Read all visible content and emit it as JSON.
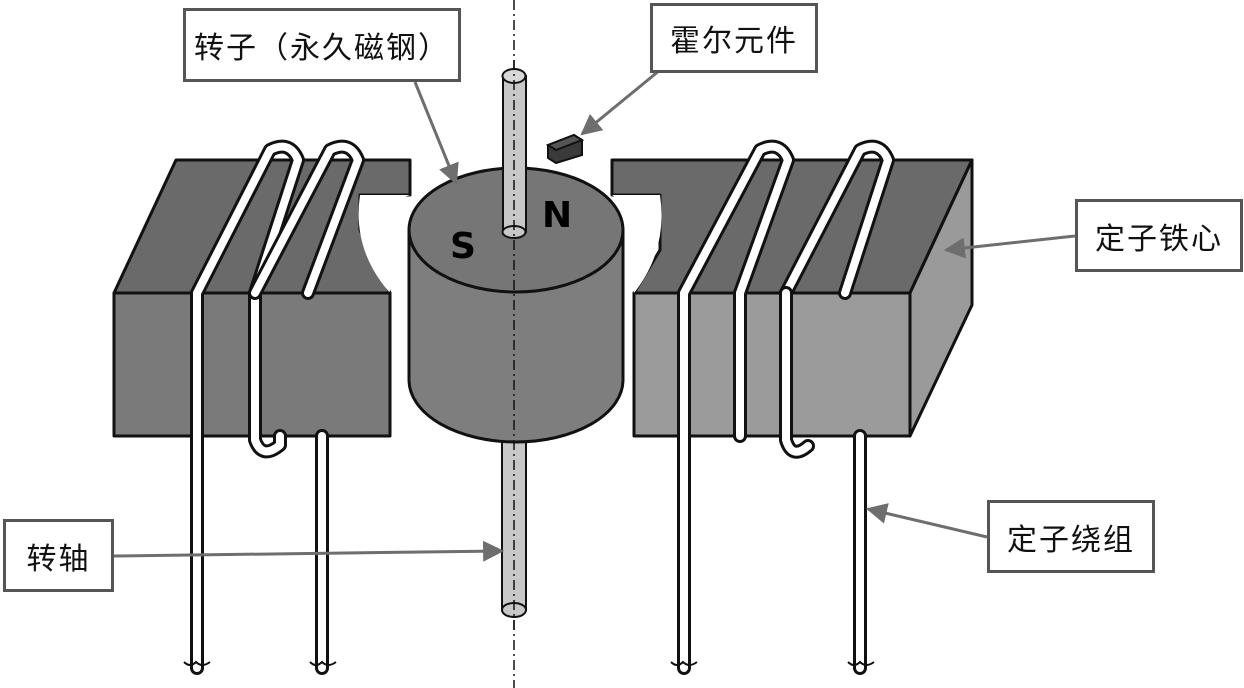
{
  "labels": {
    "rotor": "转子（永久磁钢）",
    "hall_element": "霍尔元件",
    "stator_core": "定子铁心",
    "stator_winding": "定子绕组",
    "shaft": "转轴"
  },
  "poles": {
    "south": "S",
    "north": "N"
  },
  "colors": {
    "core_front": "#7a7a7a",
    "core_top": "#6a6a6a",
    "rotor_side": "#7e7e7e",
    "rotor_top": "#767676",
    "shaft": "#c8c8c8",
    "hall": "#3a3a3a",
    "outline": "#111111",
    "leader": "#6e6e6e"
  }
}
